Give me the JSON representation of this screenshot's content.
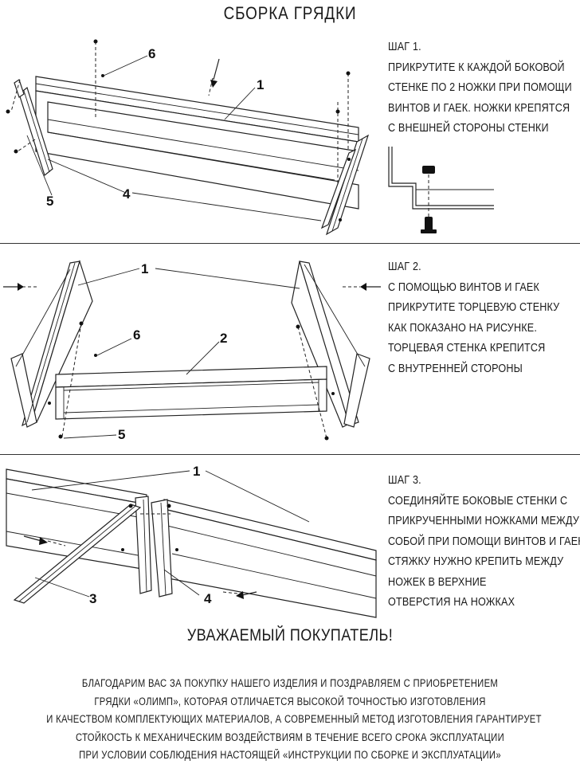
{
  "title": "СБОРКА ГРЯДКИ",
  "steps": [
    {
      "heading": "ШАГ 1.",
      "lines": [
        "ПРИКРУТИТЕ К КАЖДОЙ БОКОВОЙ",
        "СТЕНКЕ ПО 2 НОЖКИ ПРИ ПОМОЩИ",
        "ВИНТОВ И ГАЕК. НОЖКИ КРЕПЯТСЯ",
        "С ВНЕШНЕЙ СТОРОНЫ СТЕНКИ"
      ],
      "callouts": [
        "6",
        "1",
        "5",
        "4"
      ]
    },
    {
      "heading": "ШАГ 2.",
      "lines": [
        "С ПОМОЩЬЮ ВИНТОВ И ГАЕК",
        "ПРИКРУТИТЕ ТОРЦЕВУЮ СТЕНКУ",
        "КАК ПОКАЗАНО НА РИСУНКЕ.",
        "ТОРЦЕВАЯ СТЕНКА КРЕПИТСЯ",
        "С ВНУТРЕННЕЙ СТОРОНЫ"
      ],
      "callouts": [
        "1",
        "6",
        "2",
        "5"
      ]
    },
    {
      "heading": "ШАГ 3.",
      "lines": [
        "СОЕДИНЯЙТЕ БОКОВЫЕ СТЕНКИ С",
        "ПРИКРУЧЕННЫМИ НОЖКАМИ МЕЖДУ",
        "СОБОЙ ПРИ ПОМОЩИ ВИНТОВ И ГАЕК.",
        "СТЯЖКУ НУЖНО КРЕПИТЬ МЕЖДУ",
        "НОЖЕК В ВЕРХНИЕ",
        "ОТВЕРСТИЯ НА НОЖКАХ"
      ],
      "callouts": [
        "1",
        "3",
        "4"
      ]
    }
  ],
  "greeting": {
    "title": "УВАЖАЕМЫЙ ПОКУПАТЕЛЬ!",
    "lines": [
      "БЛАГОДАРИМ ВАС ЗА ПОКУПКУ НАШЕГО ИЗДЕЛИЯ И ПОЗДРАВЛЯЕМ С ПРИОБРЕТЕНИЕМ",
      "ГРЯДКИ «ОЛИМП», КОТОРАЯ ОТЛИЧАЕТСЯ ВЫСОКОЙ ТОЧНОСТЬЮ ИЗГОТОВЛЕНИЯ",
      "И КАЧЕСТВОМ КОМПЛЕКТУЮЩИХ МАТЕРИАЛОВ, А СОВРЕМЕННЫЙ МЕТОД ИЗГОТОВЛЕНИЯ ГАРАНТИРУЕТ",
      "СТОЙКОСТЬ К МЕХАНИЧЕСКИМ ВОЗДЕЙСТВИЯМ В ТЕЧЕНИЕ ВСЕГО СРОКА ЭКСПЛУАТАЦИИ",
      "ПРИ УСЛОВИИ СОБЛЮДЕНИЯ НАСТОЯЩЕЙ «ИНСТРУКЦИИ ПО СБОРКЕ И ЭКСПЛУАТАЦИИ»"
    ]
  }
}
